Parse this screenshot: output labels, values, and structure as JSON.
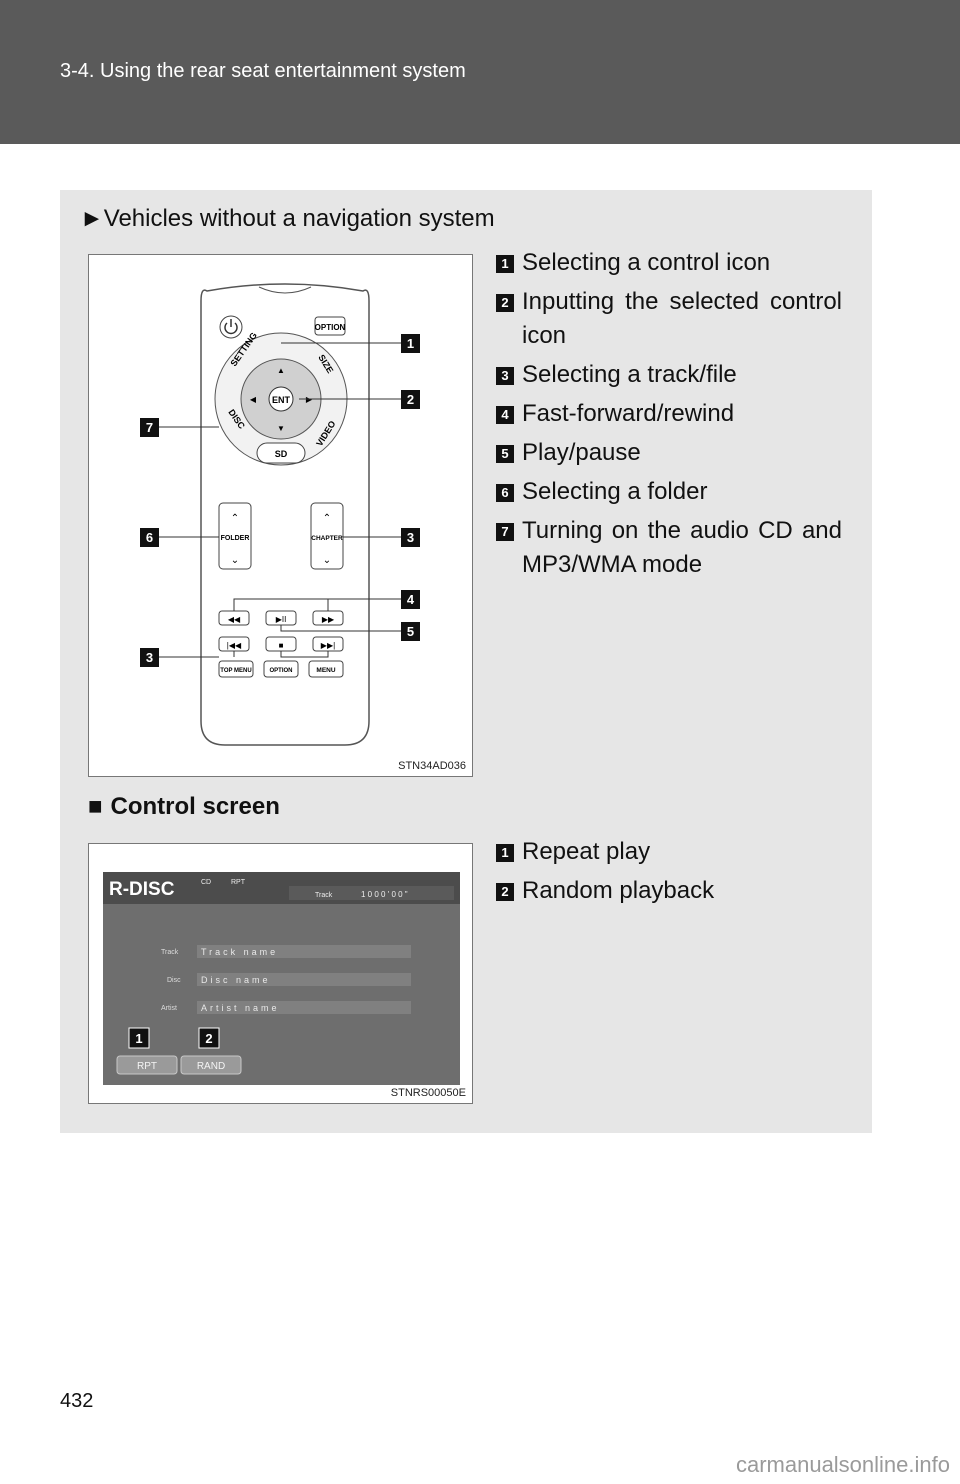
{
  "header": {
    "title": "3-4. Using the rear seat entertainment system"
  },
  "section1": {
    "subheading": "Vehicles without a navigation system",
    "figure_id": "STN34AD036",
    "remote": {
      "buttons": {
        "option_top": "OPTION",
        "setting": "SETTING",
        "size": "SIZE",
        "ent": "ENT",
        "disc": "DISC",
        "video": "VIDEO",
        "sd": "SD",
        "folder": "FOLDER",
        "chapter": "CHAPTER",
        "top_menu": "TOP MENU",
        "option_bottom": "OPTION",
        "menu": "MENU"
      },
      "callouts": [
        "1",
        "2",
        "7",
        "6",
        "3",
        "4",
        "5",
        "3"
      ]
    },
    "legend": [
      {
        "num": "1",
        "text": "Selecting a control icon"
      },
      {
        "num": "2",
        "text": "Inputting the selected control icon"
      },
      {
        "num": "3",
        "text": "Selecting a track/file"
      },
      {
        "num": "4",
        "text": "Fast-forward/rewind"
      },
      {
        "num": "5",
        "text": "Play/pause"
      },
      {
        "num": "6",
        "text": "Selecting a folder"
      },
      {
        "num": "7",
        "text": "Turning on the audio CD and MP3/WMA mode"
      }
    ]
  },
  "section2": {
    "title": "Control screen",
    "figure_id": "STNRS00050E",
    "screen": {
      "title": "R-DISC",
      "top_cd": "CD",
      "top_rpt": "RPT",
      "track_label": "Track",
      "track_value": "1  0 0 0 ' 0 0 \"",
      "rows": [
        {
          "label": "Track",
          "value": "Track name"
        },
        {
          "label": "Disc",
          "value": "Disc name"
        },
        {
          "label": "Artist",
          "value": "Artist name"
        }
      ],
      "buttons": [
        "RPT",
        "RAND"
      ],
      "callouts": [
        "1",
        "2"
      ]
    },
    "legend": [
      {
        "num": "1",
        "text": "Repeat play"
      },
      {
        "num": "2",
        "text": "Random playback"
      }
    ]
  },
  "footer": {
    "page_number": "432",
    "watermark": "carmanualsonline.info"
  }
}
